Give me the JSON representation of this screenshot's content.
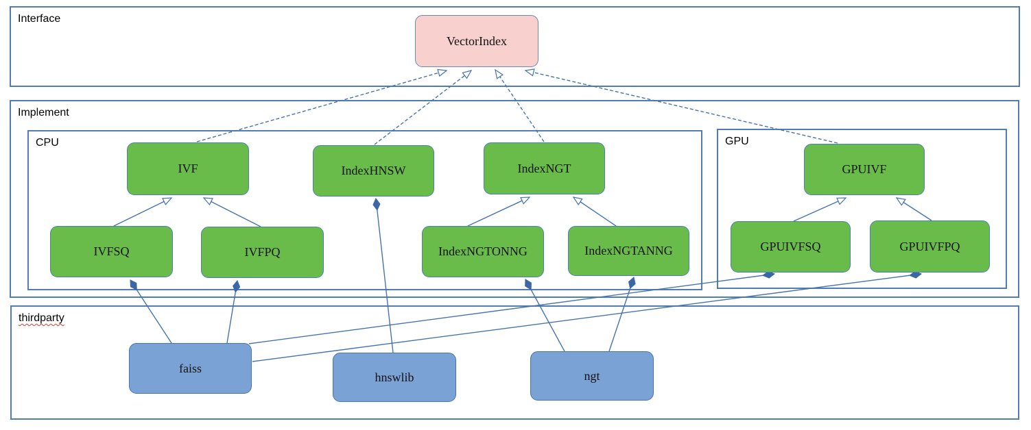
{
  "containers": {
    "interface": {
      "label": "Interface"
    },
    "implement": {
      "label": "Implement"
    },
    "cpu": {
      "label": "CPU"
    },
    "gpu": {
      "label": "GPU"
    },
    "thirdparty": {
      "label": "thirdparty",
      "spellcheck_underline": true
    }
  },
  "nodes": {
    "vectorindex": {
      "label": "VectorIndex",
      "color": "#f8d0cd"
    },
    "ivf": {
      "label": "IVF",
      "color": "#6abc4a"
    },
    "indexhnsw": {
      "label": "IndexHNSW",
      "color": "#6abc4a"
    },
    "indexngt": {
      "label": "IndexNGT",
      "color": "#6abc4a"
    },
    "gpuivf": {
      "label": "GPUIVF",
      "color": "#6abc4a"
    },
    "ivfsq": {
      "label": "IVFSQ",
      "color": "#6abc4a"
    },
    "ivfpq": {
      "label": "IVFPQ",
      "color": "#6abc4a"
    },
    "indexngtonng": {
      "label": "IndexNGTONNG",
      "color": "#6abc4a"
    },
    "indexngtanng": {
      "label": "IndexNGTANNG",
      "color": "#6abc4a"
    },
    "gpuivfsq": {
      "label": "GPUIVFSQ",
      "color": "#6abc4a"
    },
    "gpuivfpq": {
      "label": "GPUIVFPQ",
      "color": "#6abc4a"
    },
    "faiss": {
      "label": "faiss",
      "color": "#7aa2d4"
    },
    "hnswlib": {
      "label": "hnswlib",
      "color": "#7aa2d4"
    },
    "ngt": {
      "label": "ngt",
      "color": "#7aa2d4"
    }
  },
  "edges": [
    {
      "from": "IVF",
      "to": "VectorIndex",
      "type": "realization",
      "style": "dashed-hollow-arrow"
    },
    {
      "from": "IndexHNSW",
      "to": "VectorIndex",
      "type": "realization",
      "style": "dashed-hollow-arrow"
    },
    {
      "from": "IndexNGT",
      "to": "VectorIndex",
      "type": "realization",
      "style": "dashed-hollow-arrow"
    },
    {
      "from": "GPUIVF",
      "to": "VectorIndex",
      "type": "realization",
      "style": "dashed-hollow-arrow"
    },
    {
      "from": "IVFSQ",
      "to": "IVF",
      "type": "generalization",
      "style": "solid-hollow-arrow"
    },
    {
      "from": "IVFPQ",
      "to": "IVF",
      "type": "generalization",
      "style": "solid-hollow-arrow"
    },
    {
      "from": "IndexNGTONNG",
      "to": "IndexNGT",
      "type": "generalization",
      "style": "solid-hollow-arrow"
    },
    {
      "from": "IndexNGTANNG",
      "to": "IndexNGT",
      "type": "generalization",
      "style": "solid-hollow-arrow"
    },
    {
      "from": "GPUIVFSQ",
      "to": "GPUIVF",
      "type": "generalization",
      "style": "solid-hollow-arrow"
    },
    {
      "from": "GPUIVFPQ",
      "to": "GPUIVF",
      "type": "generalization",
      "style": "solid-hollow-arrow"
    },
    {
      "from": "faiss",
      "to": "IVFSQ",
      "type": "composition",
      "style": "solid-filled-diamond"
    },
    {
      "from": "faiss",
      "to": "IVFPQ",
      "type": "composition",
      "style": "solid-filled-diamond"
    },
    {
      "from": "faiss",
      "to": "GPUIVFSQ",
      "type": "composition",
      "style": "solid-filled-diamond"
    },
    {
      "from": "faiss",
      "to": "GPUIVFPQ",
      "type": "composition",
      "style": "solid-filled-diamond"
    },
    {
      "from": "hnswlib",
      "to": "IndexHNSW",
      "type": "composition",
      "style": "solid-filled-diamond"
    },
    {
      "from": "ngt",
      "to": "IndexNGTONNG",
      "type": "composition",
      "style": "solid-filled-diamond"
    },
    {
      "from": "ngt",
      "to": "IndexNGTANNG",
      "type": "composition",
      "style": "solid-filled-diamond"
    }
  ],
  "colors": {
    "node_green": "#6abc4a",
    "node_blue": "#7aa2d4",
    "node_pink": "#f8d0cd",
    "line_blue": "#4573b0",
    "container_border": "#4f7cb5",
    "spellcheck_red": "#e0392f",
    "text": "#111111"
  }
}
